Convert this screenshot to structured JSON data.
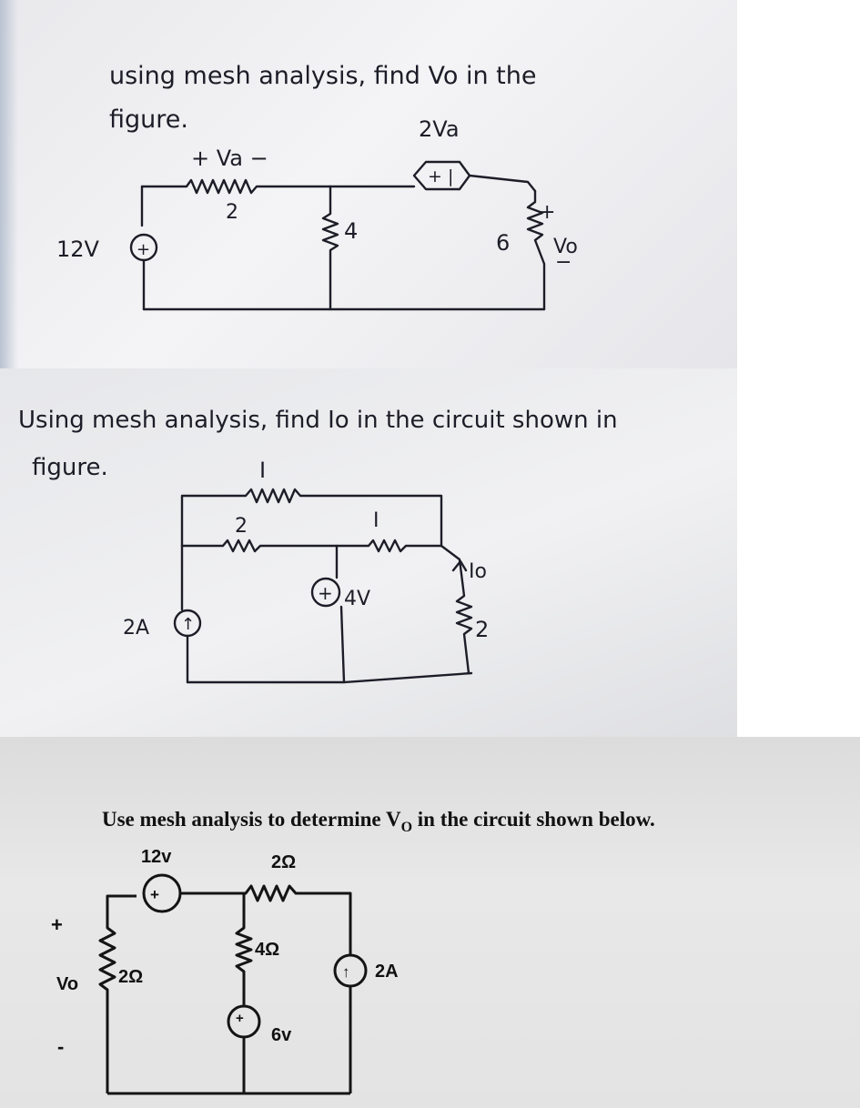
{
  "problem1": {
    "statement_line1": "using mesh analysis, find Vo in the",
    "statement_line2": "figure.",
    "source_voltage": "12V",
    "source_sign": "+",
    "resistor_a_polarity": "+ Va −",
    "resistor_a_value": "2",
    "resistor_b_value": "4",
    "dependent_source_label": "2Va",
    "dependent_source_sign": "+ |",
    "resistor_c_value": "6",
    "vo_plus": "+",
    "vo_label": "Vo",
    "vo_minus": "−"
  },
  "problem2": {
    "statement_line1": "Using mesh analysis, find Io in the circuit shown in",
    "statement_line2": "figure.",
    "top_resistor_value": "I",
    "left_resistor_value": "2",
    "right_resistor_value": "I",
    "current_source_value": "2A",
    "current_source_symbol": "↑",
    "voltage_source_sign": "+",
    "voltage_source_value": "4V",
    "io_label": "Io",
    "right_branch_resistor_value": "2"
  },
  "problem3": {
    "statement_prefix": "Use mesh analysis to determine V",
    "statement_subscript": "O",
    "statement_suffix": " in the circuit shown below.",
    "source_top_value": "12v",
    "source_top_sign": "+",
    "resistor_top_value": "2Ω",
    "resistor_left_value": "2Ω",
    "resistor_mid_value": "4Ω",
    "source_mid_value": "6v",
    "source_mid_sign": "+",
    "current_source_value": "2A",
    "current_source_symbol": "↑",
    "vo_label": "Vo",
    "vo_plus": "+",
    "vo_minus": "-"
  }
}
